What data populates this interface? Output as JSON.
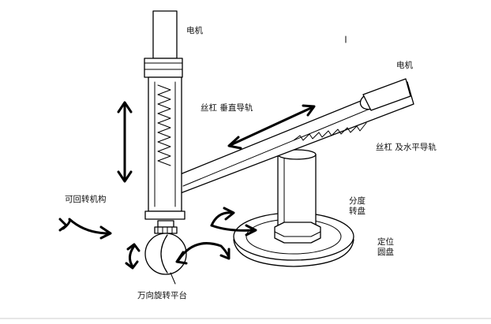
{
  "labels": {
    "motor_top": "电机",
    "motor_right": "电机",
    "screw_vertical": "丝杠  垂直导轨",
    "screw_horizontal": "丝杠  及水平导轨",
    "rotatable_mechanism": "可回转机构",
    "indexing_turntable_line1": "分度",
    "indexing_turntable_line2": "转盘",
    "positioning_disc_line1": "定位",
    "positioning_disc_line2": "圆盘",
    "universal_platform": "万向旋转平台"
  },
  "colors": {
    "ink": "#000000",
    "background": "#ffffff",
    "bottom_line": "#e6e6e6"
  }
}
